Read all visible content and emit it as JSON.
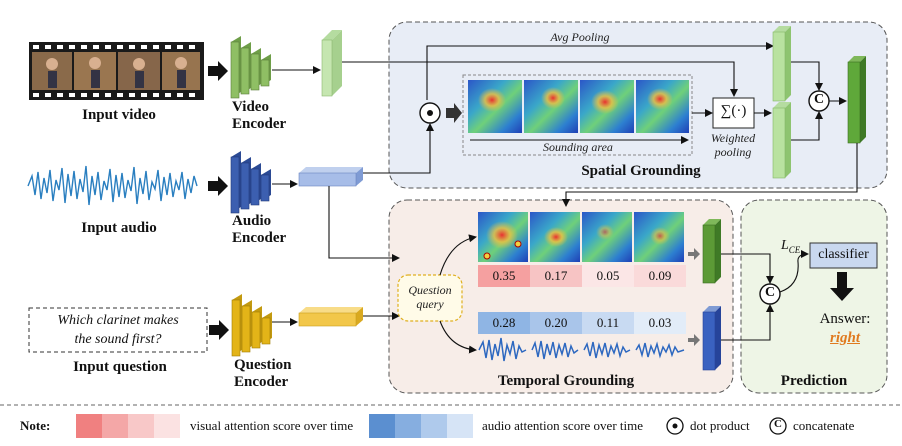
{
  "inputs": {
    "video_label": "Input video",
    "audio_label": "Input audio",
    "question_label": "Input question",
    "question_text_line1": "Which clarinet makes",
    "question_text_line2": "the sound first?"
  },
  "encoders": {
    "video_line1": "Video",
    "video_line2": "Encoder",
    "audio_line1": "Audio",
    "audio_line2": "Encoder",
    "question_line1": "Question",
    "question_line2": "Encoder"
  },
  "spatial": {
    "title": "Spatial Grounding",
    "avg_pooling": "Avg Pooling",
    "sounding_area": "Sounding  area",
    "weighted_line1": "Weighted",
    "weighted_line2": "pooling",
    "sum_symbol": "∑(·)"
  },
  "temporal": {
    "title": "Temporal Grounding",
    "query_line1": "Question",
    "query_line2": "query",
    "visual_scores": [
      "0.35",
      "0.17",
      "0.05",
      "0.09"
    ],
    "audio_scores": [
      "0.28",
      "0.20",
      "0.11",
      "0.03"
    ]
  },
  "prediction": {
    "title": "Prediction",
    "loss_label": "L",
    "loss_sub": "CE",
    "classifier": "classifier",
    "answer_label": "Answer:",
    "answer_value": "right"
  },
  "symbols": {
    "concat": "C",
    "dot": "•"
  },
  "legend": {
    "note": "Note:",
    "visual_text": "visual attention score over time",
    "audio_text": "audio attention score over time",
    "dot_text": "dot product",
    "concat_text": "concatenate",
    "visual_colors": [
      "#f08080",
      "#f4a7a7",
      "#f8c8c8",
      "#fbe2e2"
    ],
    "audio_colors": [
      "#5b8fd0",
      "#86aee0",
      "#afcaec",
      "#d6e4f6"
    ]
  },
  "colors": {
    "video_encoder": "#8fbf64",
    "audio_encoder": "#3c5fb0",
    "question_encoder": "#e3b418",
    "spatial_bg": "#e8edf6",
    "temporal_bg": "#f7ede8",
    "prediction_bg": "#eef5e6",
    "answer": "#e07a1f"
  }
}
